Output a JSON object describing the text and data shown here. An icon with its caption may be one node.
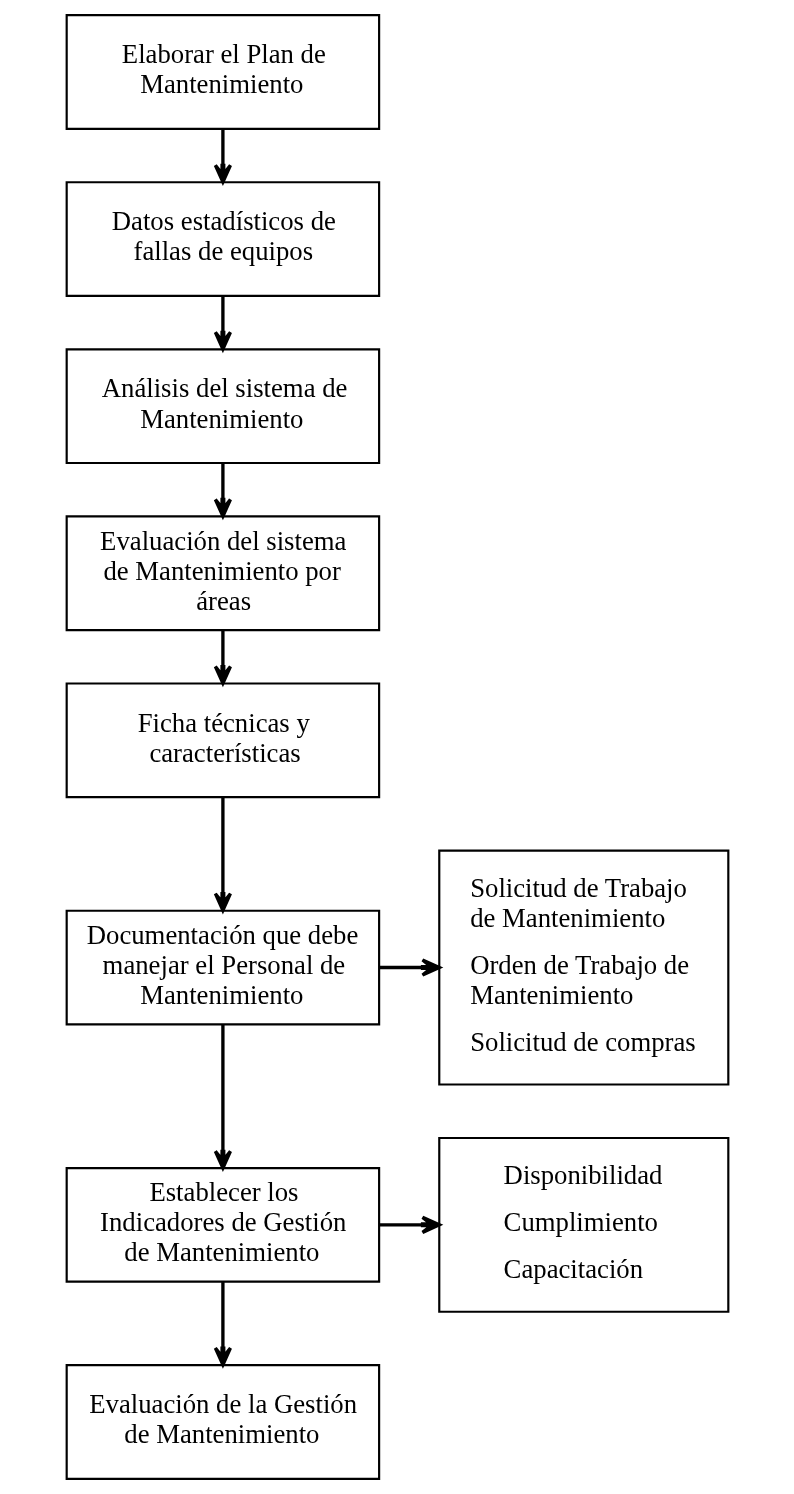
{
  "diagram": {
    "nodes": [
      {
        "text": [
          "Elaborar el Plan de Mantenimiento"
        ]
      },
      {
        "text": [
          "Datos estadísticos de fallas de equipos"
        ]
      },
      {
        "text": [
          "Análisis del sistema de Mantenimiento"
        ]
      },
      {
        "text": [
          "Evaluación del sistema de Mantenimiento por áreas"
        ]
      },
      {
        "text": [
          "Ficha técnicas y características"
        ]
      },
      {
        "text": [
          "Documentación que debe manejar el Personal de Mantenimiento"
        ]
      },
      {
        "text": [
          "Establecer los Indicadores de Gestión de Mantenimiento"
        ]
      },
      {
        "text": [
          "Evaluación de la Gestión de Mantenimiento"
        ]
      },
      {
        "text": [
          "Solicitud de Trabajo de Mantenimiento",
          "Orden de Trabajo de Mantenimiento",
          "Solicitud de compras"
        ]
      },
      {
        "text": [
          "Disponibilidad",
          "Cumplimiento",
          "Capacitación"
        ]
      }
    ],
    "edges": [
      {
        "from": 0,
        "to": 1,
        "arrow": "to"
      },
      {
        "from": 1,
        "to": 2,
        "arrow": "to"
      },
      {
        "from": 2,
        "to": 3,
        "arrow": "to"
      },
      {
        "from": 3,
        "to": 4,
        "arrow": "to"
      },
      {
        "from": 4,
        "to": 5,
        "arrow": "to"
      },
      {
        "from": 5,
        "to": 6,
        "arrow": "to"
      },
      {
        "from": 6,
        "to": 7,
        "arrow": "to"
      },
      {
        "from": 5,
        "to": 8,
        "arrow": "to"
      },
      {
        "from": 6,
        "to": 9,
        "arrow": "to"
      }
    ]
  }
}
